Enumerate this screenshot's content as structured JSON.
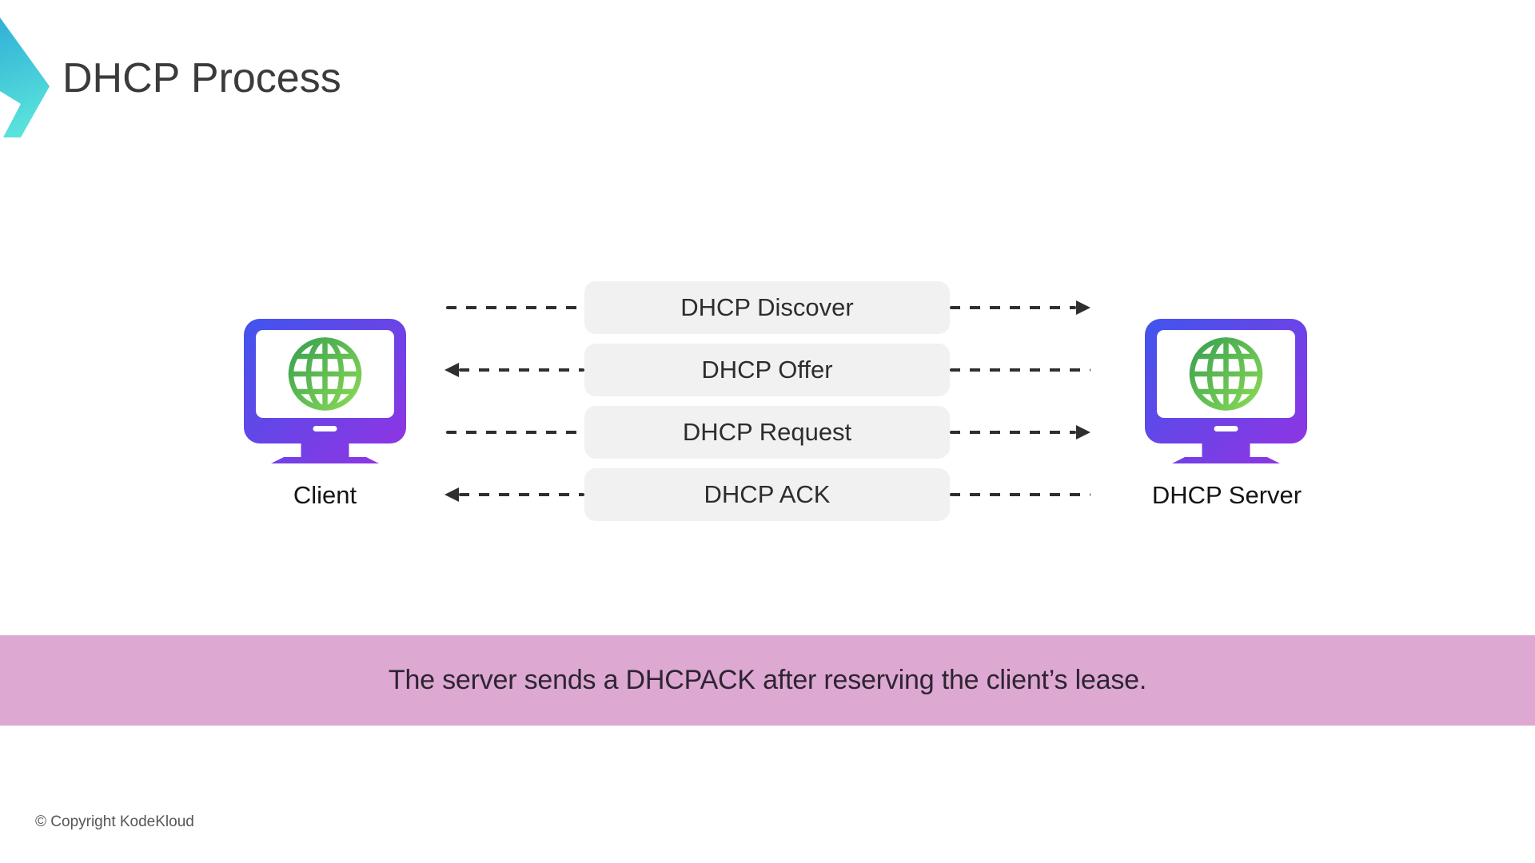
{
  "slide": {
    "title": "DHCP Process",
    "footer": "© Copyright KodeKloud"
  },
  "diagram": {
    "client": {
      "label": "Client",
      "icon": "computer-with-globe"
    },
    "server": {
      "label": "DHCP Server",
      "icon": "computer-with-globe"
    },
    "messages": [
      {
        "label": "DHCP Discover",
        "from": "client",
        "to": "server",
        "direction": "right"
      },
      {
        "label": "DHCP Offer",
        "from": "server",
        "to": "client",
        "direction": "left"
      },
      {
        "label": "DHCP Request",
        "from": "client",
        "to": "server",
        "direction": "right"
      },
      {
        "label": "DHCP ACK",
        "from": "server",
        "to": "client",
        "direction": "left"
      }
    ]
  },
  "banner": {
    "text": "The server sends a DHCPACK after reserving the client’s lease."
  },
  "theme": {
    "banner_bg": "#dda8d1",
    "banner_text": "#2e2433",
    "box_bg": "#f1f1f2",
    "box_text": "#2d2d2d",
    "arrow_color": "#2f2f2f",
    "title_color": "#3b3b3b",
    "label_color": "#141414",
    "footer_color": "#58555a",
    "monitor_gradient_start": "#4553ec",
    "monitor_gradient_end": "#9134e2",
    "globe_gradient_start": "#39a150",
    "globe_gradient_end": "#8bdc55",
    "chevron_gradient_start": "#2fb0d6",
    "chevron_gradient_end": "#5feadd",
    "slide_bg": "#ffffff"
  }
}
